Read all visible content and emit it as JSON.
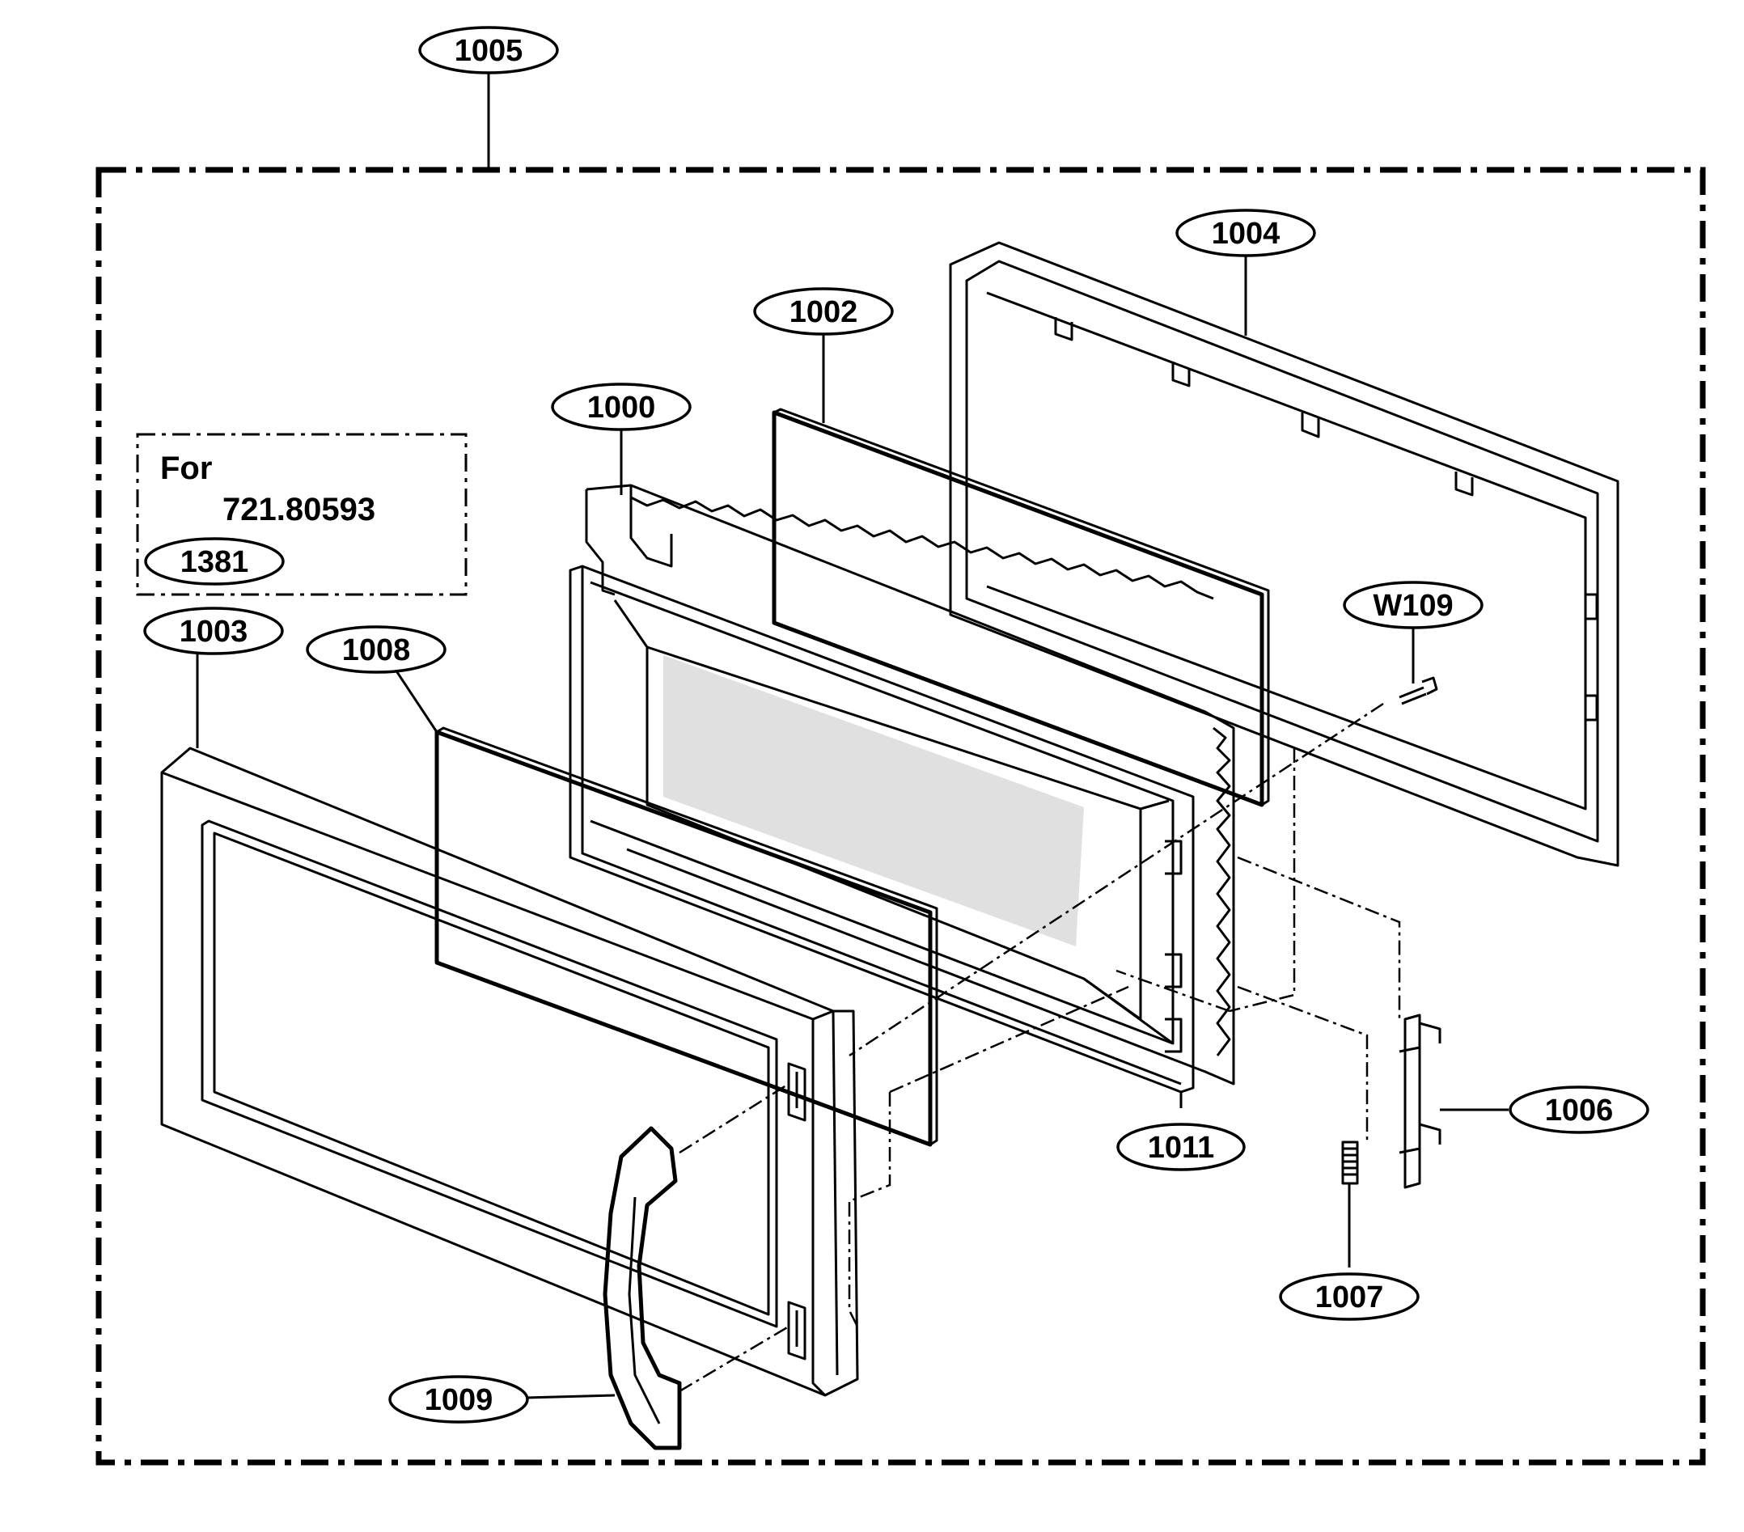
{
  "diagram": {
    "note": {
      "line1": "For",
      "line2": "721.80593",
      "part": "1381"
    },
    "labels": {
      "assembly": "1005",
      "outer_frame": "1004",
      "sheet": "1002",
      "choke_frame": "1000",
      "door_front": "1003",
      "window_film": "1008",
      "screw": "W109",
      "latch": "1006",
      "inner_frame": "1011",
      "spring": "1007",
      "handle": "1009"
    }
  }
}
